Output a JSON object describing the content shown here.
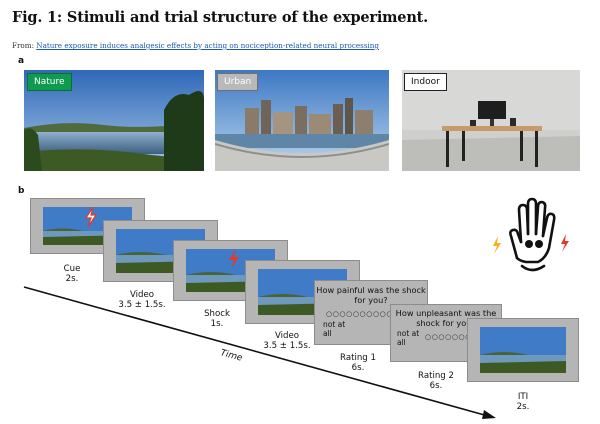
{
  "figure": {
    "title": "Fig. 1: Stimuli and trial structure of the experiment.",
    "from_prefix": "From: ",
    "from_link": "Nature exposure induces analgesic effects by acting on nociception-related neural processing"
  },
  "panel_a": {
    "label": "a",
    "tags": {
      "nature": "Nature",
      "urban": "Urban",
      "indoor": "Indoor"
    },
    "tag_colors": {
      "nature": "#0f9a4f",
      "urban": "#b9b9b9",
      "indoor": "#ffffff"
    }
  },
  "panel_b": {
    "label": "b",
    "steps": {
      "cue": {
        "label": "Cue",
        "duration": "2s."
      },
      "video1": {
        "label": "Video",
        "duration": "3.5 ± 1.5s."
      },
      "shock": {
        "label": "Shock",
        "duration": "1s."
      },
      "video2": {
        "label": "Video",
        "duration": "3.5 ± 1.5s."
      },
      "rating1": {
        "label": "Rating 1",
        "duration": "6s.",
        "question": "How painful was the shock for you?",
        "anchor": "not at all"
      },
      "rating2": {
        "label": "Rating 2",
        "duration": "6s.",
        "question": "How unpleasant was the shock for you?",
        "anchor": "not at all"
      },
      "iti": {
        "label": "ITI",
        "duration": "2s."
      }
    },
    "time_label": "Time",
    "scale_dots": "○○○○○○○○○○"
  }
}
